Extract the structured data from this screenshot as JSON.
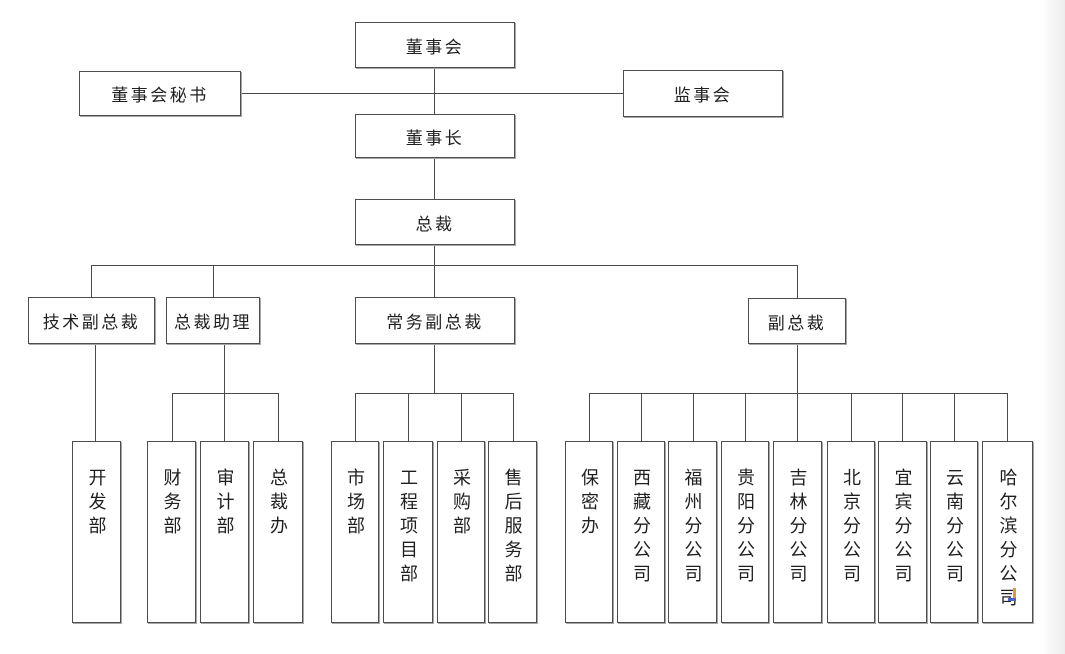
{
  "org": {
    "board": "董事会",
    "board_secretary": "董事会秘书",
    "supervisory_board": "监事会",
    "chairman": "董事长",
    "president": "总裁",
    "tech_vp": "技术副总裁",
    "president_assistant": "总裁助理",
    "executive_vp": "常务副总裁",
    "vp": "副总裁",
    "dev_dept": "开发部",
    "finance_dept": "财务部",
    "audit_dept": "审计部",
    "president_office": "总裁办",
    "marketing_dept": "市场部",
    "engineering_project_dept": "工程项目部",
    "procurement_dept": "采购部",
    "after_sales_service_dept": "售后服务部",
    "confidentiality_office": "保密办",
    "tibet_branch": "西藏分公司",
    "fuzhou_branch": "福州分公司",
    "guiyang_branch": "贵阳分公司",
    "jilin_branch": "吉林分公司",
    "beijing_branch": "北京分公司",
    "yibin_branch": "宜宾分公司",
    "yunnan_branch": "云南分公司",
    "harbin_branch": "哈尔滨分公司"
  },
  "hierarchy": {
    "board": [
      "chairman"
    ],
    "board_peers": [
      "board_secretary",
      "supervisory_board"
    ],
    "chairman": [
      "president"
    ],
    "president": [
      "tech_vp",
      "president_assistant",
      "executive_vp",
      "vp"
    ],
    "tech_vp": [
      "dev_dept"
    ],
    "president_assistant": [
      "finance_dept",
      "audit_dept",
      "president_office"
    ],
    "executive_vp": [
      "marketing_dept",
      "engineering_project_dept",
      "procurement_dept",
      "after_sales_service_dept"
    ],
    "vp": [
      "confidentiality_office",
      "tibet_branch",
      "fuzhou_branch",
      "guiyang_branch",
      "jilin_branch",
      "beijing_branch",
      "yibin_branch",
      "yunnan_branch",
      "harbin_branch"
    ]
  },
  "colors": {
    "background": "#ffffff",
    "box_border": "#4d4d4d",
    "connector_line": "#4a4a4a",
    "page_edge": "#ededed",
    "anchor_mark_orange": "#dd9a44",
    "anchor_mark_blue": "#4a66c8"
  }
}
